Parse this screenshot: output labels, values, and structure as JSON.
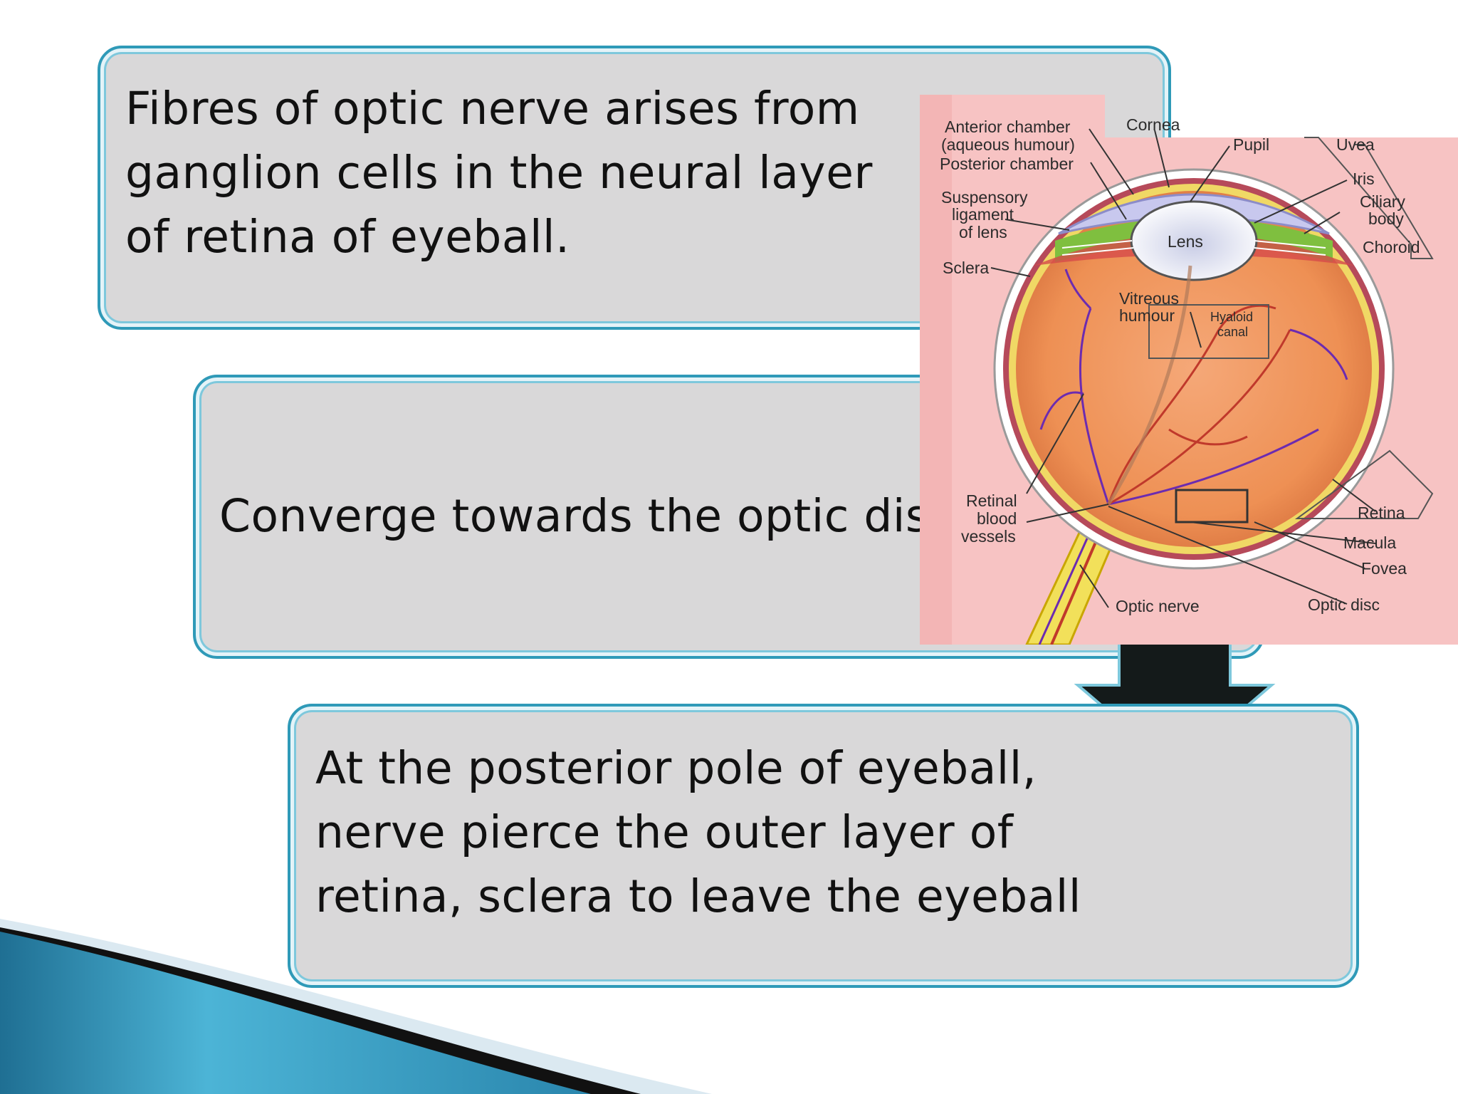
{
  "boxes": {
    "box1": {
      "lines": [
        "Fibres of optic nerve arises from",
        "ganglion cells in the neural layer",
        "of retina of eyeball."
      ]
    },
    "box2": {
      "lines": [
        "Converge towards the optic disc"
      ]
    },
    "box3": {
      "lines": [
        "At the posterior pole of eyeball,",
        "nerve pierce the outer layer of",
        "retina, sclera to leave the eyeball"
      ]
    }
  },
  "eye_diagram": {
    "labels": {
      "anterior_chamber": "Anterior chamber",
      "aqueous_humour": "(aqueous humour)",
      "posterior_chamber": "Posterior chamber",
      "cornea": "Cornea",
      "pupil": "Pupil",
      "uvea": "Uvea",
      "iris": "Iris",
      "ciliary": "Ciliary",
      "body": "body",
      "choroid": "Choroid",
      "suspensory": "Suspensory",
      "ligament": "ligament",
      "of_lens": "of lens",
      "lens": "Lens",
      "sclera": "Sclera",
      "vitreous": "Vitreous",
      "humour": "humour",
      "hyaloid": "Hyaloid",
      "canal": "canal",
      "retinal": "Retinal",
      "blood": "blood",
      "vessels": "vessels",
      "retina": "Retina",
      "macula": "Macula",
      "fovea": "Fovea",
      "optic_nerve": "Optic nerve",
      "optic_disc": "Optic disc"
    }
  },
  "colors": {
    "box_border": "#2f9ab8",
    "box_fill": "#d9d8d9",
    "diagram_bg": "#f7c3c3",
    "arrow": "#141a1a"
  }
}
